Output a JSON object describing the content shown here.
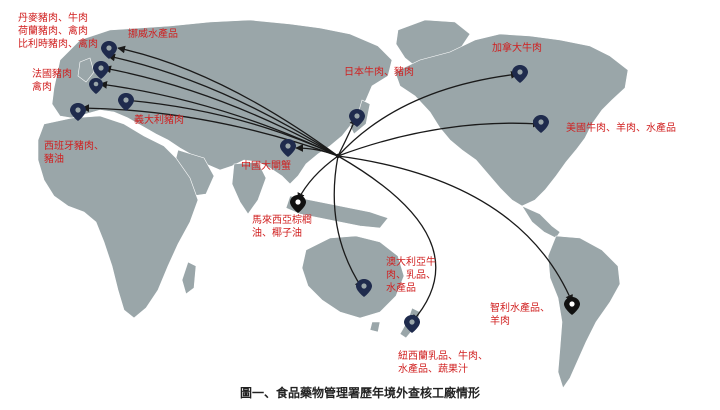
{
  "caption": "圖一、食品藥物管理署歷年境外查核工廠情形",
  "colors": {
    "land": "#9aa6a9",
    "route": "#1a1a1a",
    "pin": "#1f2b4d",
    "label": "#d01f1f"
  },
  "labels": {
    "western_europe": [
      "丹麥豬肉、牛肉",
      "荷蘭豬肉、禽肉",
      "比利時豬肉、禽肉"
    ],
    "norway": [
      "挪威水產品"
    ],
    "france": [
      "法國豬肉",
      "禽肉"
    ],
    "spain": [
      "西班牙豬肉、",
      "豬油"
    ],
    "italy": [
      "義大利豬肉"
    ],
    "china": [
      "中國大閘蟹"
    ],
    "malaysia": [
      "馬來西亞棕櫚",
      "油、椰子油"
    ],
    "japan": [
      "日本牛肉、豬肉"
    ],
    "canada": [
      "加拿大牛肉"
    ],
    "usa": [
      "美國牛肉、羊肉、水產品"
    ],
    "australia": [
      "澳大利亞牛",
      "肉、乳品、",
      "水產品"
    ],
    "chile": [
      "智利水產品、",
      "羊肉"
    ],
    "new_zealand": [
      "紐西蘭乳品、牛肉、",
      "水產品、蔬果汁"
    ]
  }
}
